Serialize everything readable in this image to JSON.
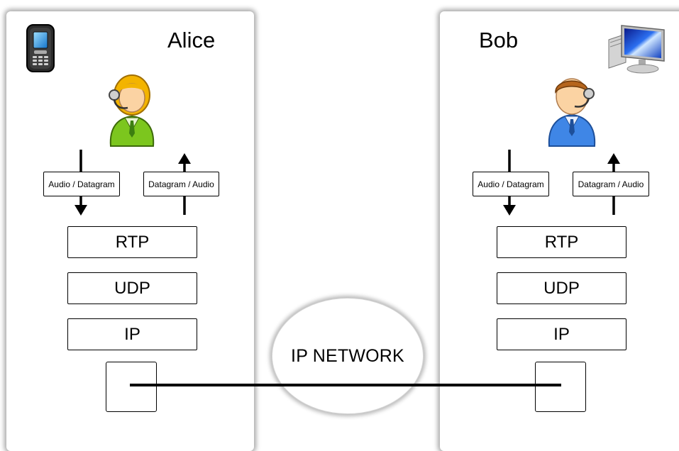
{
  "alice": {
    "name": "Alice",
    "label_down": "Audio / Datagram",
    "label_up": "Datagram / Audio",
    "layers": [
      "RTP",
      "UDP",
      "IP"
    ],
    "device_icon": "mobile-phone-icon",
    "person_icon": "female-headset-operator-icon"
  },
  "bob": {
    "name": "Bob",
    "label_down": "Audio / Datagram",
    "label_up": "Datagram / Audio",
    "layers": [
      "RTP",
      "UDP",
      "IP"
    ],
    "device_icon": "desktop-computer-icon",
    "person_icon": "male-headset-operator-icon"
  },
  "network": {
    "label": "IP NETWORK"
  },
  "colors": {
    "alice_shirt": "#7cc61e",
    "bob_shirt": "#3f86e6",
    "link": "#000000"
  }
}
